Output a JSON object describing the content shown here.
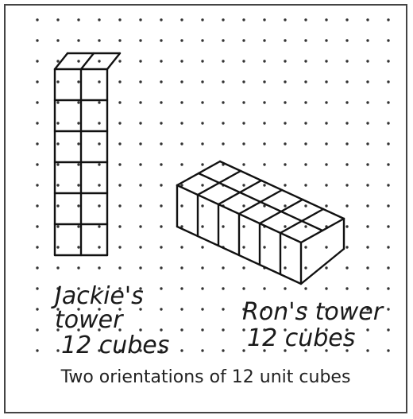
{
  "figure": {
    "caption": "Two orientations of 12 unit cubes",
    "left_label": [
      "Jackie's",
      "tower",
      "12 cubes"
    ],
    "right_label": [
      "Ron's tower",
      "12 cubes"
    ]
  },
  "jackies_tower": {
    "columns": 2,
    "levels": 6,
    "cubes": 12
  },
  "rons_tower": {
    "rows": 2,
    "length": 6,
    "cubes": 12
  }
}
